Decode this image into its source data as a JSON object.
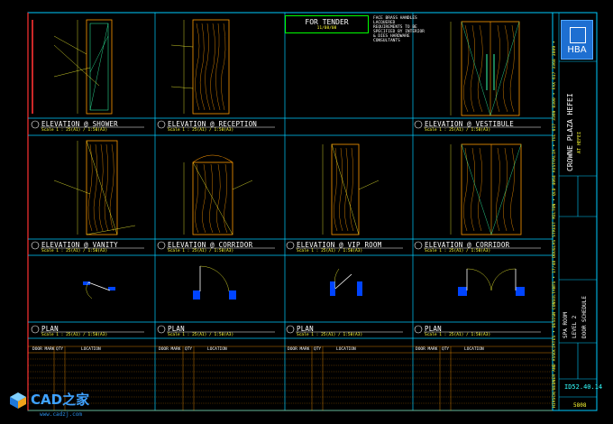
{
  "header": {
    "tender_title": "FOR TENDER",
    "tender_date": "11/08/08",
    "notes": [
      "FACE BRASS HANDLES",
      "LACQUERED",
      "REQUIREMENTS TO BE",
      "SPECIFIED BY INTERIOR",
      "",
      "& DIES HARDWARE",
      "CONSULTANTS"
    ]
  },
  "elevations": [
    {
      "title": "ELEVATION @ SHOWER",
      "scale": "Scale 1 : 25(A1) / 1:50(A3)"
    },
    {
      "title": "ELEVATION @ RECEPTION",
      "scale": "Scale 1 : 25(A1) / 1:50(A3)"
    },
    {
      "title": "ELEVATION @ VESTIBULE",
      "scale": "Scale 1 : 25(A1) / 1:50(A3)"
    },
    {
      "title": "ELEVATION @ VANITY",
      "scale": "Scale 1 : 25(A1) / 1:50(A3)"
    },
    {
      "title": "ELEVATION @ CORRIDOR",
      "scale": "Scale 1 : 25(A1) / 1:50(A3)"
    },
    {
      "title": "ELEVATION @ VIP ROOM",
      "scale": "Scale 1 : 25(A1) / 1:50(A3)"
    },
    {
      "title": "ELEVATION @ CORRIDOR",
      "scale": "Scale 1 : 25(A1) / 1:50(A3)"
    }
  ],
  "plans": [
    {
      "title": "PLAN",
      "scale": "Scale 1 : 25(A1) / 1:50(A3)"
    },
    {
      "title": "PLAN",
      "scale": "Scale 1 : 25(A1) / 1:50(A3)"
    },
    {
      "title": "PLAN",
      "scale": "Scale 1 : 25(A1) / 1:50(A3)"
    },
    {
      "title": "PLAN",
      "scale": "Scale 1 : 25(A1) / 1:50(A3)"
    }
  ],
  "schedule": {
    "headers": [
      "DOOR MARK",
      "QTY",
      "LOCATION"
    ]
  },
  "title_block": {
    "logo": "HBA",
    "project": "CROWNE PLAZA HEFEI",
    "project_sub": "AT HEFEI",
    "firm_strip": "HIRSCH/BEDNER AND ASSOCIATES • DESIGN CONSULTANTS • 17/48 DOUGLAS STREET MILTON • QLD 4064 AUSTRALIA • TEL 617 3369 8300 • FAX 617 3368 3809 •",
    "drawing_title_1": "SPA ROOM",
    "drawing_title_2": "LEVEL 2",
    "drawing_title_3": "DOOR SCHEDULE",
    "sheet_number": "ID52.40.14",
    "page_number": "5808"
  },
  "watermark": {
    "brand": "CAD之家",
    "url": "www.cadzj.com"
  },
  "colors": {
    "background": "#000000",
    "frame": "#00ccff",
    "text": "#ffffff",
    "dims": "#ffff33",
    "door": "#ff9900",
    "glass": "#33ffaa",
    "schedule_grid": "#ff9900",
    "stamp": "#ff3333",
    "logo_bg": "#1e6fd1"
  }
}
